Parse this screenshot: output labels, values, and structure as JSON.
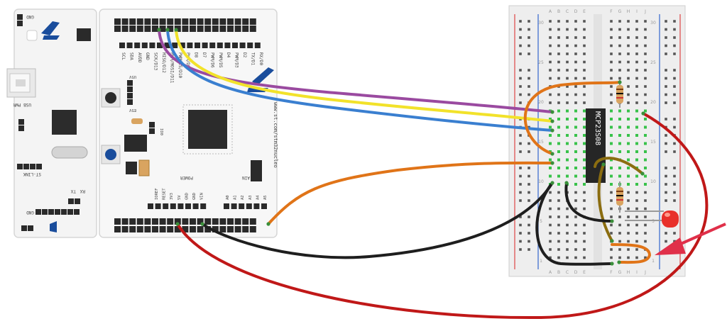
{
  "nucleo_board": {
    "side_labels": {
      "gnd_top": "GND",
      "usb_pwr": "USB PWR",
      "st_link": "ST-LINK",
      "gnd_left": "GND",
      "u5v": "U5V",
      "e5v": "E5V",
      "tx": "TX",
      "rx": "RX",
      "io0": "IO0",
      "ground_symbol": "⏚"
    },
    "header_top_pins": [
      "SCL",
      "SDA",
      "AVDD",
      "GND",
      "SCK/D13",
      "MISO/D12",
      "PWM/MOSI/D11",
      "PWM/CS/D10",
      "PWM/D9",
      "D8",
      "D7",
      "PWM/D6",
      "PWM/D5",
      "D4",
      "PWM/D3",
      "D2",
      "TX/D1",
      "RX/D0"
    ],
    "power_group_label": "POWER",
    "power_pins": [
      "IOREF",
      "RESET",
      "3V3",
      "5V",
      "GND",
      "GND",
      "VIN"
    ],
    "ain_group_label": "AIN",
    "ain_pins": [
      "A0",
      "A1",
      "A2",
      "A3",
      "A4",
      "A5"
    ],
    "url": "www.st.com/stm32nucleo"
  },
  "breadboard": {
    "column_letters": [
      "J",
      "I",
      "H",
      "G",
      "F",
      "E",
      "D",
      "C",
      "B",
      "A"
    ],
    "row_numbers": [
      "30",
      "25",
      "20",
      "15",
      "10",
      "5",
      "1"
    ]
  },
  "chip": {
    "label": "MCP23S08"
  },
  "components": {
    "led_color": "#e8302a",
    "resistor_color": "#d9a460"
  },
  "wire_colors": {
    "purple": "#9a4aa0",
    "yellow": "#f2e22a",
    "blue": "#3a7fd0",
    "orange": "#e07418",
    "black": "#1e1e1e",
    "red": "#c01818",
    "olive": "#8b6d10"
  },
  "annotation": {
    "arrow_color": "#e0304a"
  }
}
